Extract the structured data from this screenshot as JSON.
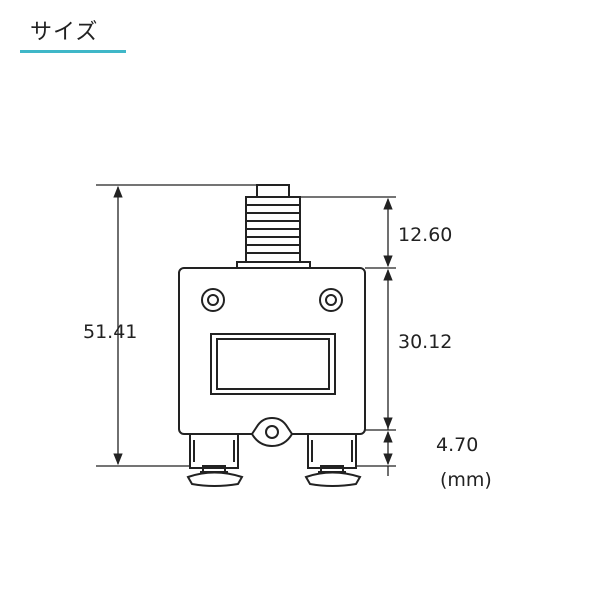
{
  "header": {
    "title": "サイズ",
    "accent_color": "#3fb7c8"
  },
  "dimensions": {
    "overall_height": "51.41",
    "button_height": "12.60",
    "body_height": "30.12",
    "terminal_height": "4.70",
    "unit": "(mm)"
  },
  "colors": {
    "line": "#222222",
    "background": "#ffffff"
  }
}
